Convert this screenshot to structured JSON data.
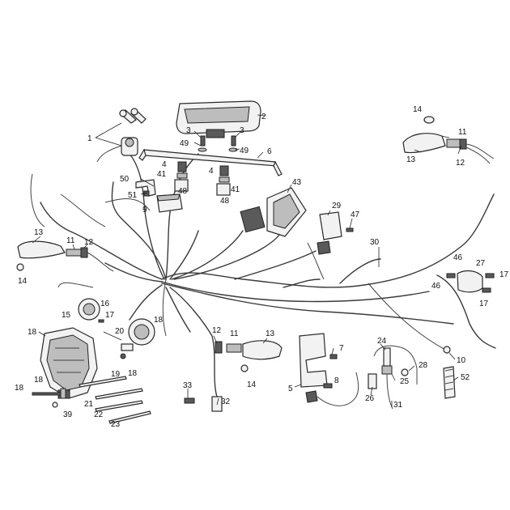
{
  "callouts": [
    {
      "id": "c1",
      "text": "1"
    },
    {
      "id": "c2",
      "text": "2"
    },
    {
      "id": "c3a",
      "text": "3"
    },
    {
      "id": "c3b",
      "text": "3"
    },
    {
      "id": "c49a",
      "text": "49"
    },
    {
      "id": "c49b",
      "text": "49"
    },
    {
      "id": "c6",
      "text": "6"
    },
    {
      "id": "c14a",
      "text": "14"
    },
    {
      "id": "c11a",
      "text": "11"
    },
    {
      "id": "c13a",
      "text": "13"
    },
    {
      "id": "c12a",
      "text": "12"
    },
    {
      "id": "c4a",
      "text": "4"
    },
    {
      "id": "c4b",
      "text": "4"
    },
    {
      "id": "c41a",
      "text": "41"
    },
    {
      "id": "c41b",
      "text": "41"
    },
    {
      "id": "c50",
      "text": "50"
    },
    {
      "id": "c48a",
      "text": "48"
    },
    {
      "id": "c48b",
      "text": "48"
    },
    {
      "id": "c51",
      "text": "51"
    },
    {
      "id": "c9",
      "text": "9"
    },
    {
      "id": "c43",
      "text": "43"
    },
    {
      "id": "c29",
      "text": "29"
    },
    {
      "id": "c47",
      "text": "47"
    },
    {
      "id": "c13b",
      "text": "13"
    },
    {
      "id": "c11b",
      "text": "11"
    },
    {
      "id": "c12b",
      "text": "12"
    },
    {
      "id": "c14b",
      "text": "14"
    },
    {
      "id": "c30",
      "text": "30"
    },
    {
      "id": "c46a",
      "text": "46"
    },
    {
      "id": "c27",
      "text": "27"
    },
    {
      "id": "c17a",
      "text": "17"
    },
    {
      "id": "c46b",
      "text": "46"
    },
    {
      "id": "c17b",
      "text": "17"
    },
    {
      "id": "c16",
      "text": "16"
    },
    {
      "id": "c15",
      "text": "15"
    },
    {
      "id": "c17c",
      "text": "17"
    },
    {
      "id": "c18a",
      "text": "18"
    },
    {
      "id": "c18b",
      "text": "18"
    },
    {
      "id": "c20",
      "text": "20"
    },
    {
      "id": "c19",
      "text": "19"
    },
    {
      "id": "c18c",
      "text": "18"
    },
    {
      "id": "c12c",
      "text": "12"
    },
    {
      "id": "c11c",
      "text": "11"
    },
    {
      "id": "c13c",
      "text": "13"
    },
    {
      "id": "c14c",
      "text": "14"
    },
    {
      "id": "c7",
      "text": "7"
    },
    {
      "id": "c24",
      "text": "24"
    },
    {
      "id": "c28",
      "text": "28"
    },
    {
      "id": "c10",
      "text": "10"
    },
    {
      "id": "c52",
      "text": "52"
    },
    {
      "id": "c8",
      "text": "8"
    },
    {
      "id": "c25",
      "text": "25"
    },
    {
      "id": "c5",
      "text": "5"
    },
    {
      "id": "c26",
      "text": "26"
    },
    {
      "id": "c31",
      "text": "31"
    },
    {
      "id": "c33",
      "text": "33"
    },
    {
      "id": "c32",
      "text": "32"
    },
    {
      "id": "c18d",
      "text": "18"
    },
    {
      "id": "c18e",
      "text": "18"
    },
    {
      "id": "c21",
      "text": "21"
    },
    {
      "id": "c22",
      "text": "22"
    },
    {
      "id": "c23",
      "text": "23"
    },
    {
      "id": "c39",
      "text": "39"
    }
  ]
}
